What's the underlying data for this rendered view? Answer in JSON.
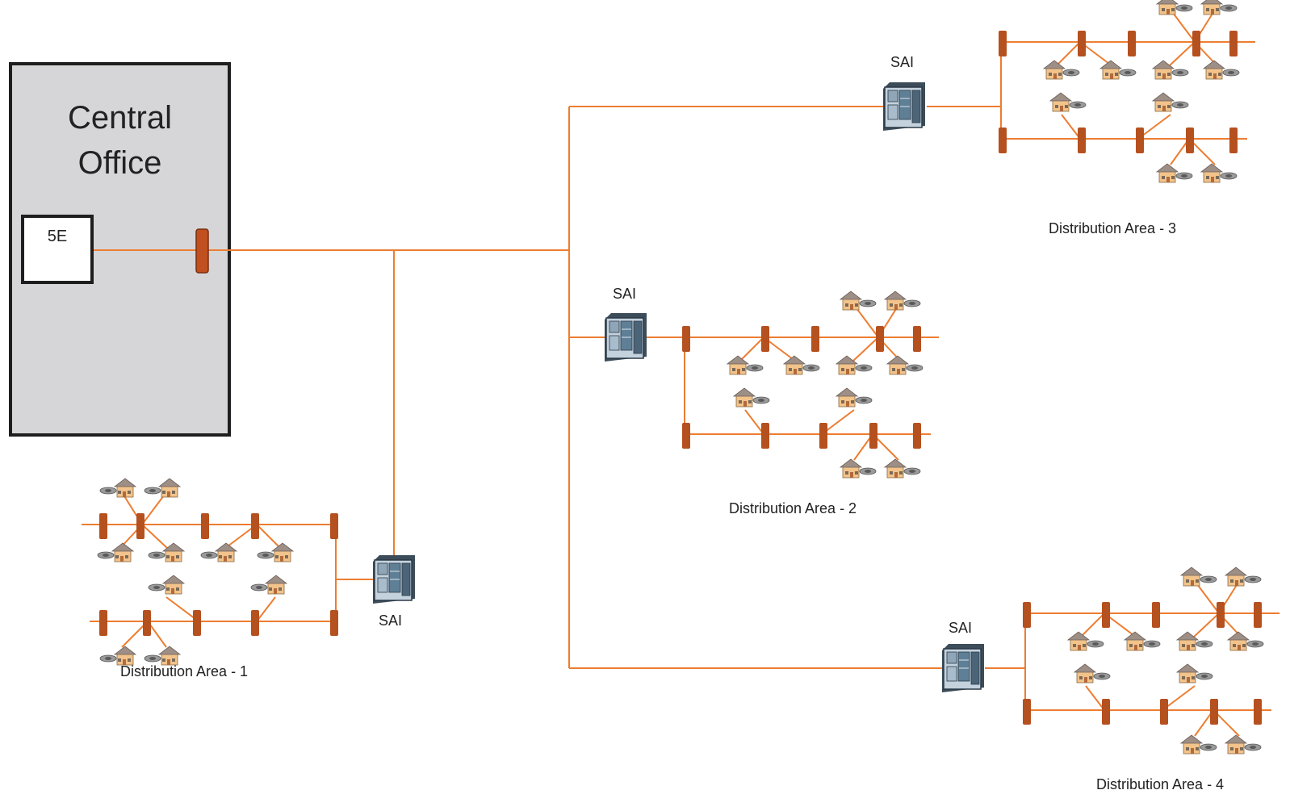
{
  "central_office": {
    "title": "Central\nOffice",
    "switch_label": "5E"
  },
  "sai_label": "SAI",
  "areas": [
    {
      "label": "Distribution Area - 1"
    },
    {
      "label": "Distribution Area - 2"
    },
    {
      "label": "Distribution Area - 3"
    },
    {
      "label": "Distribution Area - 4"
    }
  ],
  "colors": {
    "cable": "#ed7d31",
    "pole": "#b5501f",
    "splice": "#c0501f",
    "building_border": "#1e1e1e",
    "building_fill": "#d6d6d8"
  },
  "icons": [
    "house-icon",
    "sai-cabinet-icon",
    "pole-icon",
    "splice-closure-icon"
  ]
}
